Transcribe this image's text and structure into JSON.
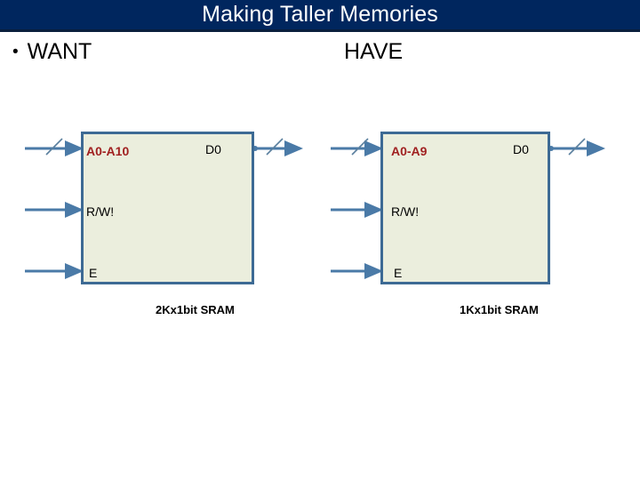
{
  "slide": {
    "title": "Making Taller Memories",
    "title_bar_color": "#00265e",
    "title_text_color": "#ffffff",
    "background_color": "#ffffff"
  },
  "bullets": {
    "bullet_glyph": "•",
    "want_label": "WANT",
    "have_label": "HAVE"
  },
  "theme": {
    "box_fill": "#ebeedd",
    "box_border": "#3d6a94",
    "wire_color": "#4a7aa7",
    "address_label_color": "#a02020",
    "text_color": "#000000"
  },
  "diagrams": [
    {
      "id": "want",
      "caption": "2Kx1bit SRAM",
      "pins": {
        "address": "A0-A10",
        "read_write": "R/W!",
        "enable": "E",
        "data_out": "D0"
      },
      "bus_marks": {
        "address_bus": true,
        "data_bus": true
      }
    },
    {
      "id": "have",
      "caption": "1Kx1bit SRAM",
      "pins": {
        "address": "A0-A9",
        "read_write": "R/W!",
        "enable": "E",
        "data_out": "D0"
      },
      "bus_marks": {
        "address_bus": true,
        "data_bus": true
      }
    }
  ]
}
